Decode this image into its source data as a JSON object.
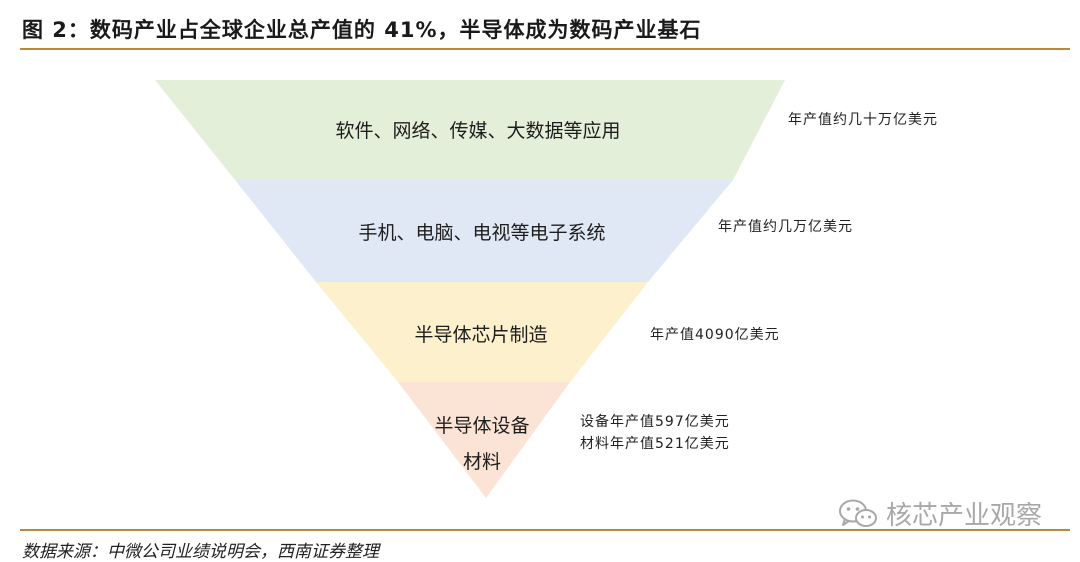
{
  "title": "图 2：数码产业占全球企业总产值的 41%，半导体成为数码产业基石",
  "layers": [
    {
      "label": "软件、网络、传媒、大数据等应用",
      "note_lines": [
        "年产值约几十万亿美元"
      ],
      "color": "#e3efd9"
    },
    {
      "label": "手机、电脑、电视等电子系统",
      "note_lines": [
        "年产值约几万亿美元"
      ],
      "color": "#dfe8f4"
    },
    {
      "label": "半导体芯片制造",
      "note_lines": [
        "年产值4090亿美元"
      ],
      "color": "#fdf0cc"
    },
    {
      "label_lines": [
        "半导体设备",
        "材料"
      ],
      "note_lines": [
        "设备年产值597亿美元",
        "材料年产值521亿美元"
      ],
      "color": "#fbe3d6"
    }
  ],
  "source": "数据来源：中微公司业绩说明会，西南证券整理",
  "watermark": {
    "text": "核芯产业观察",
    "icon": "wechat-icon"
  },
  "colors": {
    "rule": "#b8893a"
  }
}
